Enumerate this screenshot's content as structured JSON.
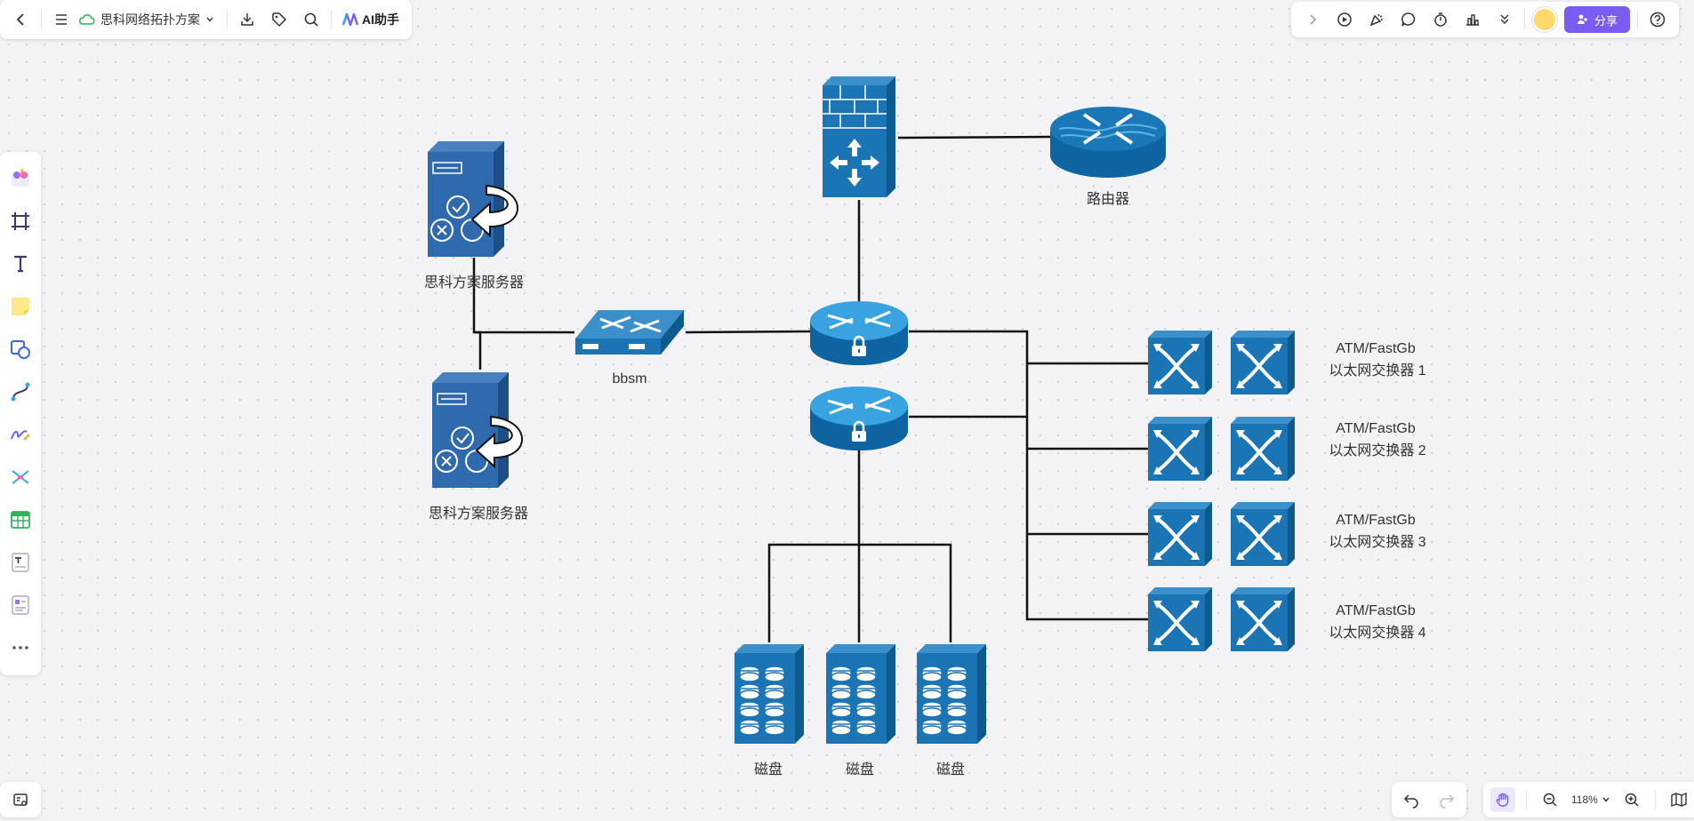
{
  "toolbar": {
    "doc_title": "思科网络拓扑方案",
    "ai_label": "AI助手"
  },
  "topbar_right": {
    "share_label": "分享"
  },
  "zoom": {
    "level": "118%"
  },
  "diagram": {
    "server_top_label": "思科方案服务器",
    "server_bottom_label": "思科方案服务器",
    "switch_label": "bbsm",
    "router_label": "路由器",
    "atm_switches": [
      {
        "line1": "ATM/FastGb",
        "line2": "以太网交换器 1"
      },
      {
        "line1": "ATM/FastGb",
        "line2": "以太网交换器 2"
      },
      {
        "line1": "ATM/FastGb",
        "line2": "以太网交换器 3"
      },
      {
        "line1": "ATM/FastGb",
        "line2": "以太网交换器 4"
      }
    ],
    "disk_labels": [
      "磁盘",
      "磁盘",
      "磁盘"
    ]
  },
  "colors": {
    "device_blue": "#1b6fa8",
    "device_dark": "#2a5f9e",
    "accent_purple": "#7a5cf5",
    "line": "#111111"
  }
}
